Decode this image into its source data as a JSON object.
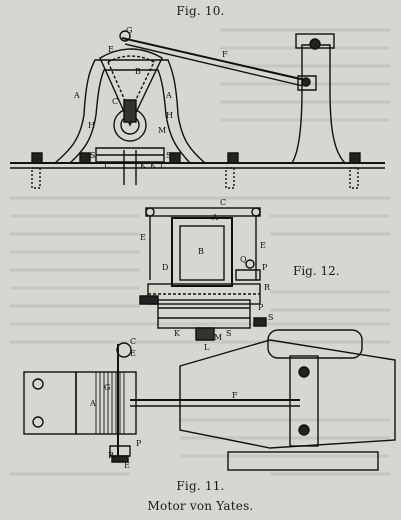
{
  "captions": {
    "fig10": "Fig. 10.",
    "fig11": "Fig. 11.",
    "fig12": "Fig. 12.",
    "subtitle": "Motor von Yates."
  },
  "labels": {
    "fig10": [
      "G",
      "E",
      "C",
      "B",
      "F",
      "A",
      "A",
      "H",
      "H",
      "M",
      "S",
      "S",
      "L",
      "K",
      "K",
      "L"
    ],
    "fig12": [
      "C",
      "E",
      "A",
      "B",
      "E",
      "Q",
      "P",
      "D",
      "R",
      "S",
      "P",
      "K",
      "M",
      "S",
      "L"
    ],
    "fig11": [
      "C",
      "E",
      "A",
      "G",
      "F",
      "R",
      "P",
      "E"
    ]
  },
  "colors": {
    "paper": "#d8d6d0",
    "ink": "#1a1a1a",
    "ghost": "#b9b6ae"
  }
}
